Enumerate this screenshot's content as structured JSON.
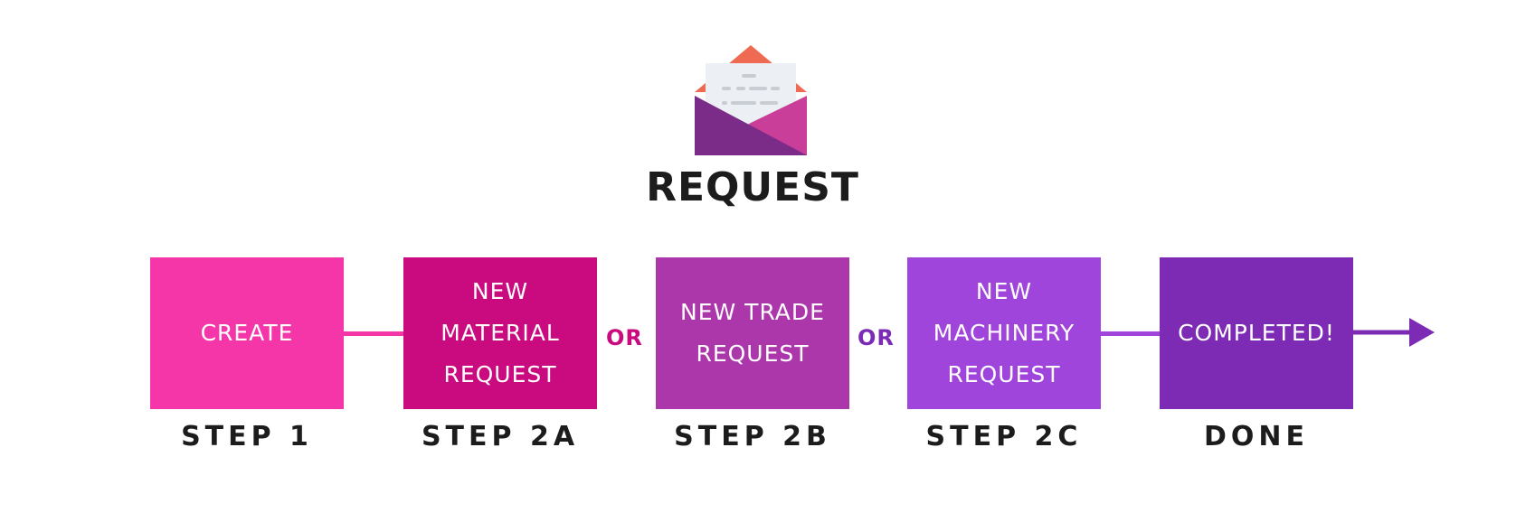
{
  "title": "REQUEST",
  "icon": "open-envelope-icon",
  "colors": {
    "create": "#F436A8",
    "material": "#CA0A7F",
    "trade": "#AB37AB",
    "machinery": "#A045DC",
    "completed": "#7D2BB5",
    "or_left": "#CA0A7F",
    "or_right": "#7D2BB5"
  },
  "steps": [
    {
      "box_text": "CREATE",
      "label": "STEP 1"
    },
    {
      "box_text": "NEW MATERIAL REQUEST",
      "label": "STEP 2A"
    },
    {
      "box_text": "NEW TRADE REQUEST",
      "label": "STEP 2B"
    },
    {
      "box_text": "NEW MACHINERY REQUEST",
      "label": "STEP 2C"
    },
    {
      "box_text": "COMPLETED!",
      "label": "DONE"
    }
  ],
  "or_labels": [
    "OR",
    "OR"
  ]
}
